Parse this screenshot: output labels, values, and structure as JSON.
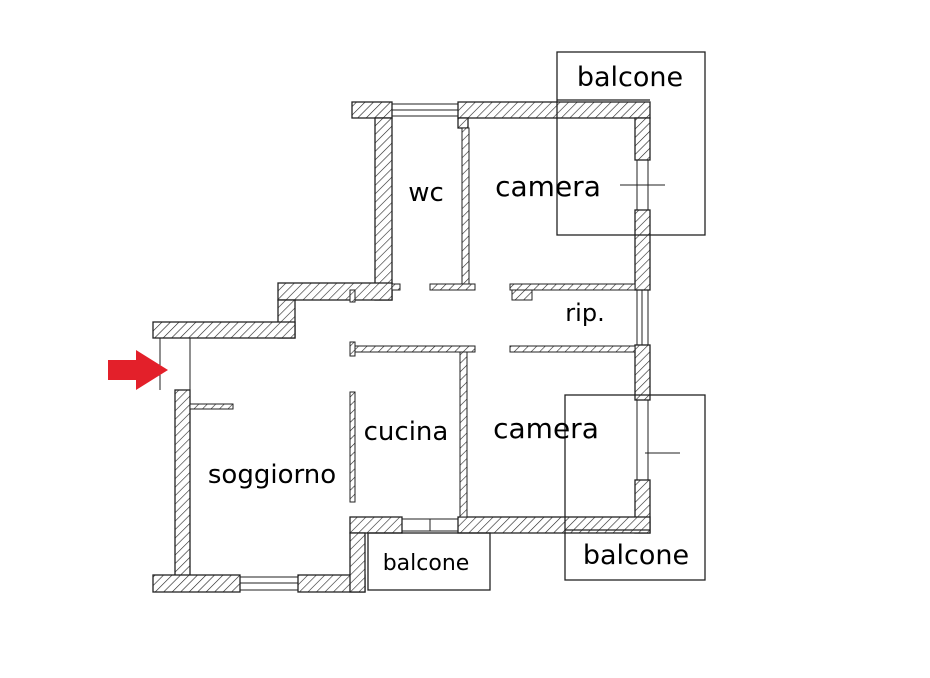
{
  "rooms": {
    "wc": "wc",
    "camera_top": "camera",
    "rip": "rip.",
    "cucina": "cucina",
    "camera_bottom": "camera",
    "soggiorno": "soggiorno"
  },
  "balconies": {
    "top_right": "balcone",
    "bottom_right": "balcone",
    "bottom_center": "balcone"
  },
  "colors": {
    "arrow": "#e3202a",
    "wall": "#222222"
  }
}
